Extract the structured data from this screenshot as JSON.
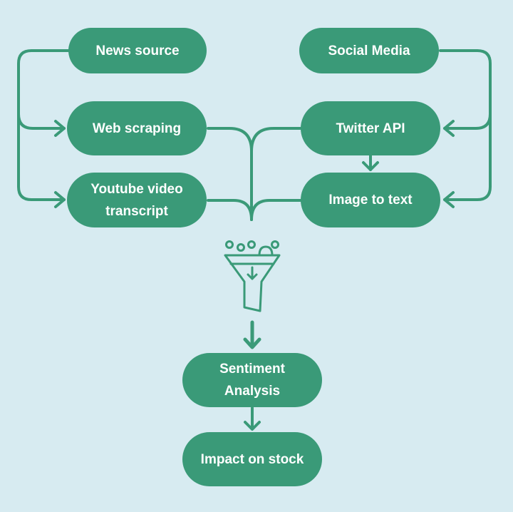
{
  "diagram": {
    "nodes": {
      "news_source": "News source",
      "social_media": "Social Media",
      "web_scraping": "Web scraping",
      "twitter_api": "Twitter API",
      "youtube_transcript": "Youtube video transcript",
      "image_to_text": "Image to text",
      "sentiment_analysis": "Sentiment Analysis",
      "impact_on_stock": "Impact on stock"
    },
    "icons": {
      "filter": "funnel-filter-icon"
    },
    "colors": {
      "background": "#d7ebf1",
      "node_fill": "#3a9a78",
      "node_text": "#ffffff",
      "connector": "#3a9a78"
    }
  }
}
